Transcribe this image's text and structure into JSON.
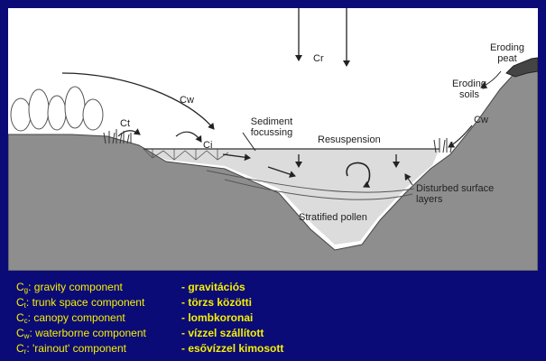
{
  "diagram": {
    "labels": {
      "cr": "Cr",
      "cw_left": "Cw",
      "ct": "Ct",
      "ci": "Ci",
      "sediment_focussing": "Sediment focussing",
      "resuspension": "Resuspension",
      "eroding_peat": "Eroding peat",
      "eroding_soils": "Eroding soils",
      "cw_right": "Cw",
      "disturbed_surface_layers": "Disturbed surface layers",
      "stratified_pollen": "Stratified pollen"
    }
  },
  "legend": {
    "items": [
      {
        "code": "C",
        "sub": "g",
        "desc": ": gravity component",
        "translation": "-  gravitációs"
      },
      {
        "code": "C",
        "sub": "t",
        "desc": ": trunk space component",
        "translation": "-  törzs közötti"
      },
      {
        "code": "C",
        "sub": "c",
        "desc": ": canopy component",
        "translation": "-  lombkoronai"
      },
      {
        "code": "C",
        "sub": "w",
        "desc": ": waterborne component",
        "translation": "-  vízzel szállított"
      },
      {
        "code": "C",
        "sub": "r",
        "desc": ": 'rainout' component",
        "translation": "-  esővízzel kimosott"
      }
    ]
  },
  "colors": {
    "background": "#0b0b78",
    "legend_text": "#f6f000",
    "ground": "#8e8e8e",
    "water": "#dcdcdc"
  }
}
